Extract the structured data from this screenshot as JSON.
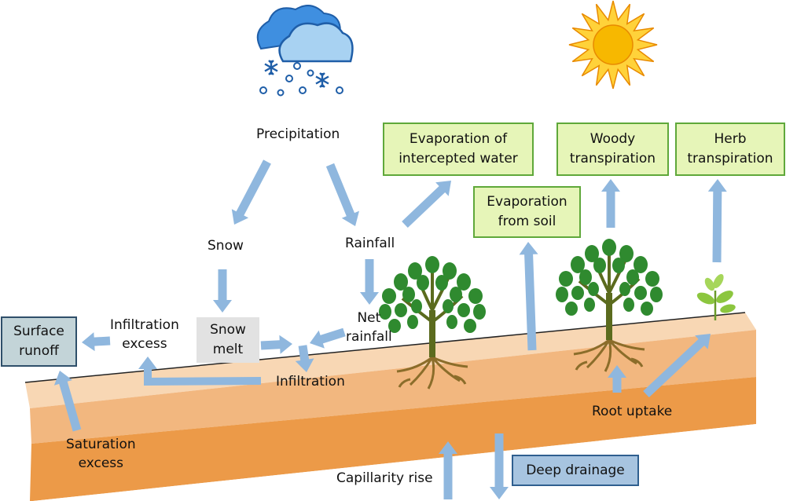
{
  "labels": {
    "precipitation": "Precipitation",
    "snow": "Snow",
    "rainfall": "Rainfall",
    "net_rainfall": "Net\nrainfall",
    "infiltration_excess": "Infiltration\nexcess",
    "infiltration": "Infiltration",
    "saturation_excess": "Saturation\nexcess",
    "root_uptake": "Root uptake",
    "capillarity_rise": "Capillarity rise"
  },
  "boxes": {
    "evaporation_intercepted": "Evaporation of\nintercepted water",
    "woody_transpiration": "Woody\ntranspiration",
    "herb_transpiration": "Herb\ntranspiration",
    "evaporation_soil": "Evaporation\nfrom soil",
    "surface_runoff": "Surface\nrunoff",
    "snow_melt": "Snow\nmelt",
    "deep_drainage": "Deep drainage"
  },
  "colors": {
    "arrow": "#8fb7de",
    "soil_top": "#f8d7b4",
    "soil_mid": "#f2b77f",
    "soil_bottom": "#ec9a48",
    "tree_leaf": "#2f8a2f",
    "tree_trunk": "#5b6b1e",
    "sun": "#f7b800",
    "cloud_dark": "#3f8fe0",
    "cloud_light": "#a8d2f2"
  },
  "icons": [
    "snow-cloud-icon",
    "sun-icon",
    "tree-icon",
    "seedling-icon"
  ]
}
